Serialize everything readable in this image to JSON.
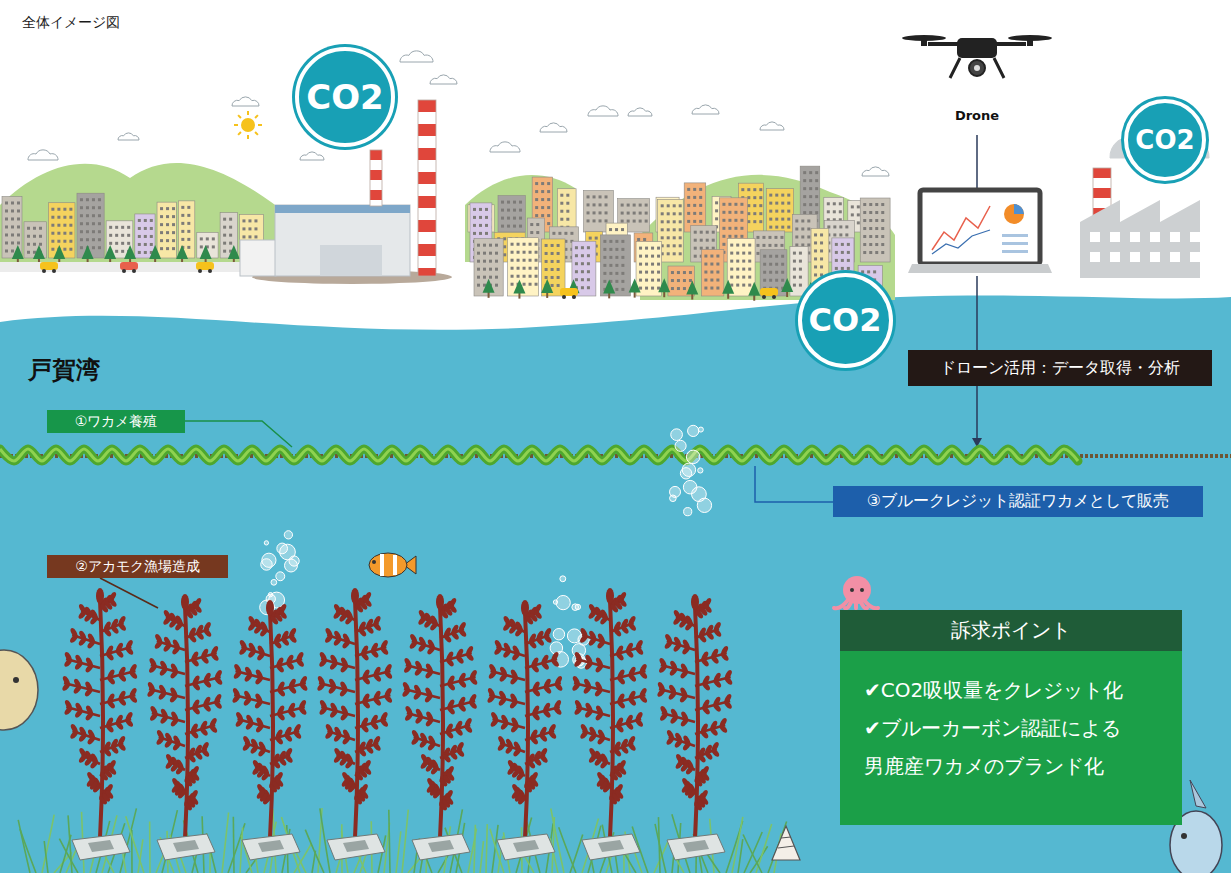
{
  "diagram": {
    "title": "全体イメージ図",
    "nodes": [
      {
        "text": [
          "CO2"
        ]
      },
      {
        "text": [
          "CO2"
        ]
      },
      {
        "text": [
          "CO2"
        ]
      },
      {
        "text": [
          "ドローン活用：データ取得・分析"
        ]
      },
      {
        "text": [
          "①ワカメ養殖"
        ]
      },
      {
        "text": [
          "③ブルークレジット認証ワカメとして販売"
        ]
      },
      {
        "text": [
          "②アカモク漁場造成"
        ]
      },
      {
        "text": [
          "訴求ポイント",
          "✔CO2吸収量をクレジット化",
          "✔ブルーカーボン認証による 男鹿産ワカメのブランド化"
        ]
      }
    ],
    "labels": [
      "戸賀湾",
      "Drone"
    ]
  }
}
